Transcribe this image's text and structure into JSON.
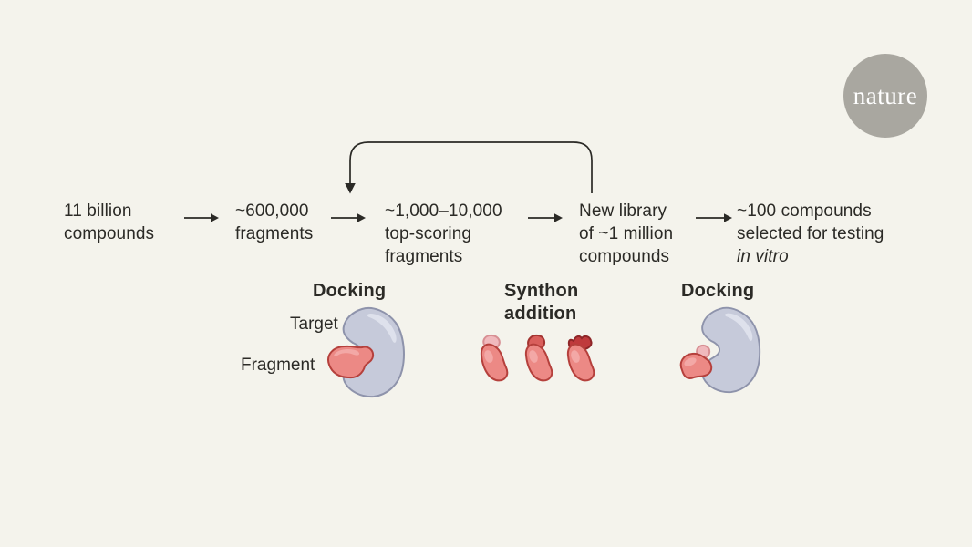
{
  "logo": {
    "text": "nature"
  },
  "flow": {
    "steps": [
      {
        "lines": [
          "11 billion",
          "compounds"
        ]
      },
      {
        "lines": [
          "~600,000",
          "fragments"
        ]
      },
      {
        "lines": [
          "~1,000–10,000",
          "top-scoring",
          "fragments"
        ]
      },
      {
        "lines": [
          "New library",
          "of ~1 million",
          "compounds"
        ]
      },
      {
        "lines": [
          "~100 compounds",
          "selected for testing"
        ],
        "italic_line": "in vitro"
      }
    ]
  },
  "labels": {
    "docking1_title": "Docking",
    "target": "Target",
    "fragment": "Fragment",
    "synthon_line1": "Synthon",
    "synthon_line2": "addition",
    "docking2_title": "Docking"
  },
  "colors": {
    "background": "#f4f3ec",
    "text_color": "#2b2a26",
    "arrow": "#2b2a26",
    "logo_bg": "#a9a7a0",
    "logo_text": "#ffffff",
    "target_fill": "#c6cada",
    "target_stroke": "#8e93ab",
    "target_highlight": "#e0e3ed",
    "fragment_fill": "#ec8985",
    "fragment_stroke": "#b5403c",
    "fragment_highlight": "#f5aeab",
    "synthon_light": "#f0b9bd",
    "synthon_light_stroke": "#d78f93",
    "synthon_medium": "#d95f5c",
    "synthon_medium_stroke": "#a33431",
    "synthon_dark": "#bf3a3c",
    "synthon_dark_stroke": "#8e2628"
  }
}
